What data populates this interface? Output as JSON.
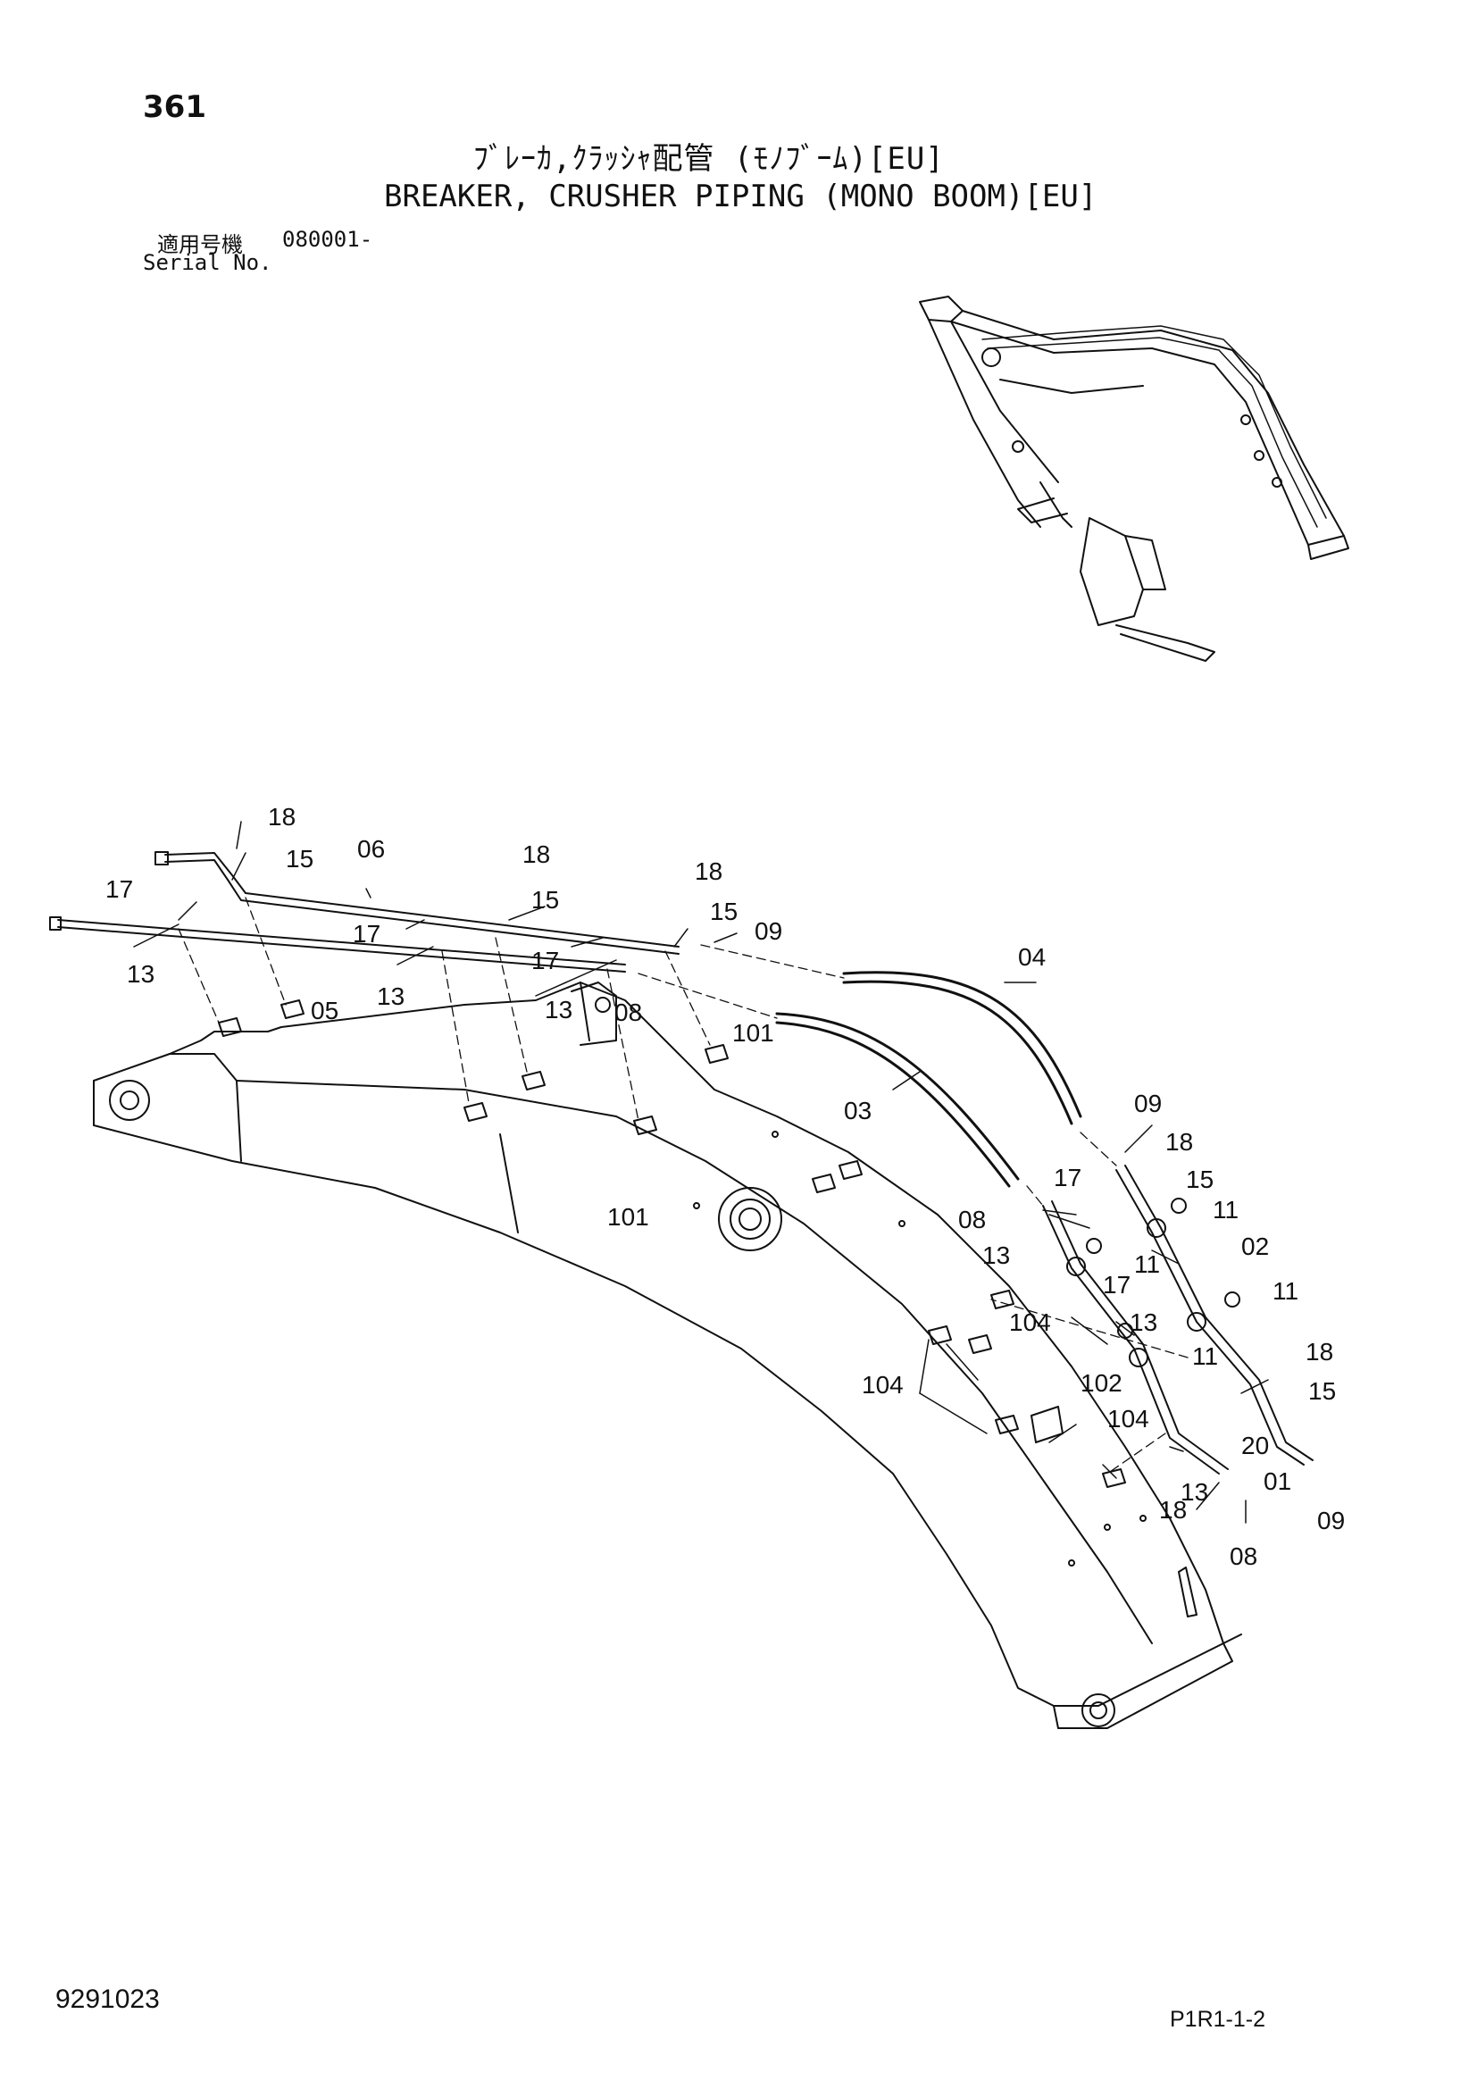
{
  "header": {
    "page_number": "361",
    "title_jp": "ﾌﾞﾚｰｶ,ｸﾗｯｼｬ配管 (ﾓﾉﾌﾞｰﾑ)[EU]",
    "title_en": "BREAKER, CRUSHER PIPING (MONO BOOM)[EU]",
    "serial_label_jp": "適用号機",
    "serial_value": "080001-",
    "serial_label_en": "Serial No."
  },
  "footer": {
    "doc_number": "9291023",
    "sheet_code": "P1R1-1-2"
  },
  "callouts": [
    "18",
    "15",
    "06",
    "17",
    "13",
    "05",
    "18",
    "15",
    "17",
    "13",
    "18",
    "15",
    "09",
    "17",
    "13",
    "08",
    "101",
    "101",
    "04",
    "03",
    "09",
    "18",
    "15",
    "11",
    "17",
    "08",
    "13",
    "11",
    "02",
    "17",
    "11",
    "104",
    "13",
    "11",
    "18",
    "15",
    "104",
    "102",
    "104",
    "20",
    "01",
    "18",
    "13",
    "08",
    "09"
  ],
  "colors": {
    "ink": "#111111",
    "paper": "#ffffff"
  }
}
